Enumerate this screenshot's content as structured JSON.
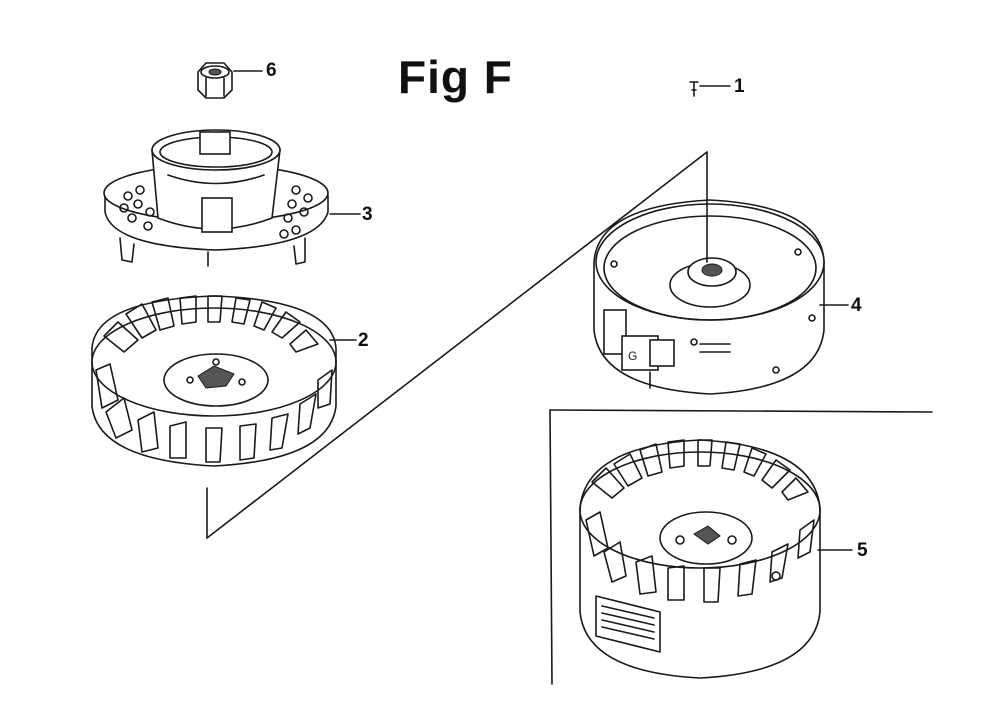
{
  "figure": {
    "title": "Fig F"
  },
  "callouts": [
    {
      "id": "part-1",
      "label": "1"
    },
    {
      "id": "part-2",
      "label": "2"
    },
    {
      "id": "part-3",
      "label": "3"
    },
    {
      "id": "part-4",
      "label": "4"
    },
    {
      "id": "part-5",
      "label": "5"
    },
    {
      "id": "part-6",
      "label": "6"
    }
  ]
}
